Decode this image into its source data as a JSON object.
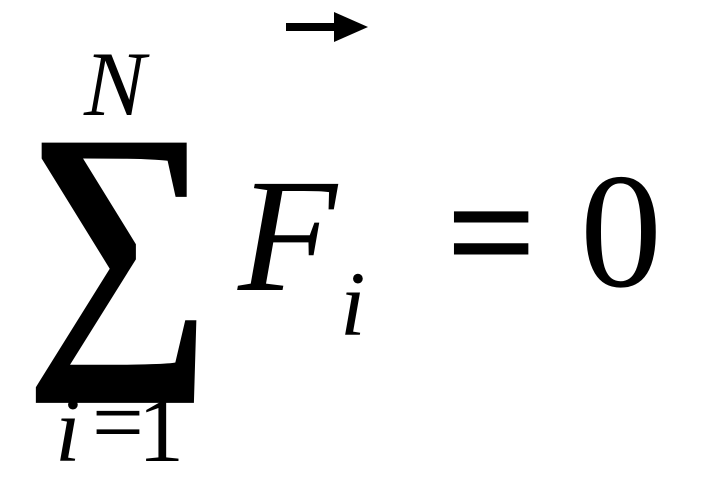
{
  "formula": {
    "sum_symbol": "∑",
    "upper_limit": "N",
    "lower_limit": {
      "index": "i",
      "equals": "=",
      "start": "1"
    },
    "vector": {
      "arrow_icon": "right-arrow-icon",
      "base": "F",
      "subscript": "i"
    },
    "equals": "=",
    "right_side": "0"
  },
  "colors": {
    "text": "#000000",
    "background": "#ffffff"
  }
}
